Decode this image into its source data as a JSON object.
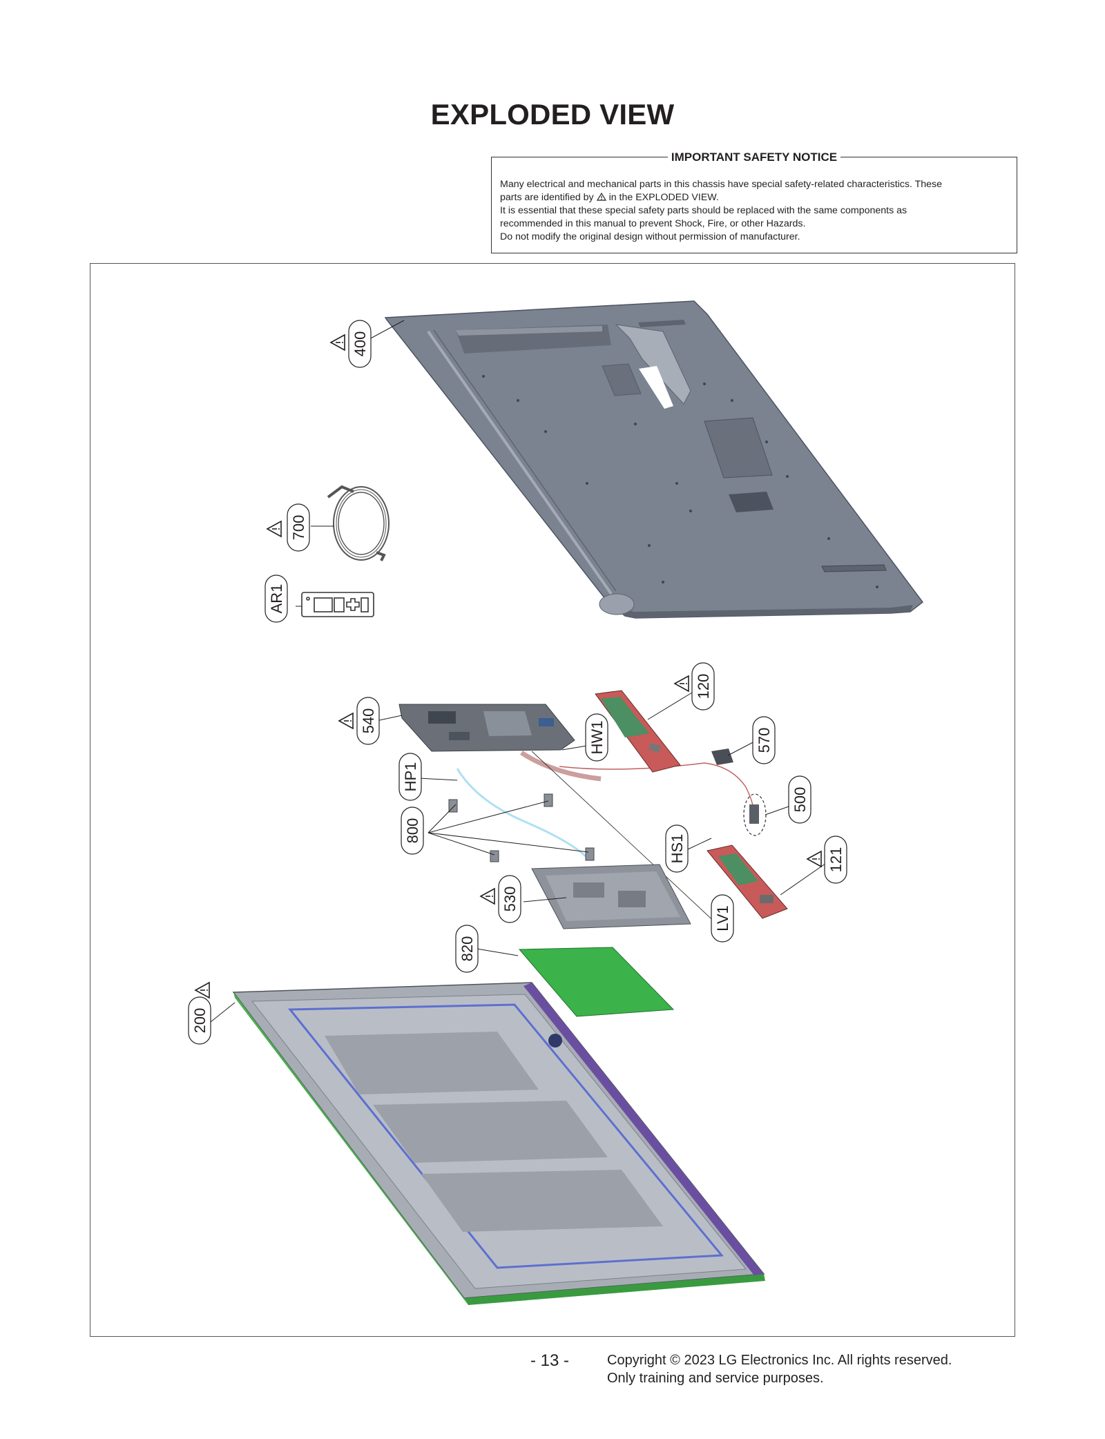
{
  "page": {
    "title": "EXPLODED VIEW",
    "page_number": "- 13 -",
    "copyright_line1": "Copyright © 2023 LG Electronics Inc. All rights reserved.",
    "copyright_line2": "Only training and service purposes."
  },
  "safety_notice": {
    "title": "IMPORTANT SAFETY NOTICE",
    "line1": "Many electrical and mechanical parts in this chassis have special safety-related characteristics. These",
    "line2_pre": "parts are identified by",
    "line2_post": "in the EXPLODED VIEW.",
    "line3": "It is essential that these special safety parts should be replaced with the same components as",
    "line4": "recommended in this manual to prevent Shock, Fire, or other Hazards.",
    "line5": "Do not modify the original design without permission of manufacturer."
  },
  "parts": {
    "p400": "400",
    "p700": "700",
    "pAR1": "AR1",
    "p540": "540",
    "p120": "120",
    "p570": "570",
    "pHW1": "HW1",
    "pHP1": "HP1",
    "p500": "500",
    "p800": "800",
    "pHS1": "HS1",
    "p121": "121",
    "p530": "530",
    "pLV1": "LV1",
    "p820": "820",
    "p200": "200"
  },
  "colors": {
    "back_cover": "#6f7784",
    "speaker_board": "#3cb24a",
    "psu_board": "#c85a5a",
    "frame_purple": "#6a4fa0"
  }
}
